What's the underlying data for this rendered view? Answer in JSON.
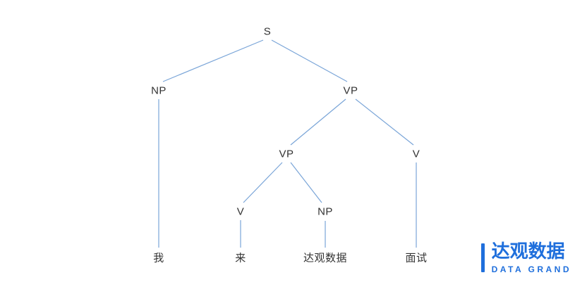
{
  "tree": {
    "description": "constituency-parse-tree",
    "nodes": {
      "s": "S",
      "np1": "NP",
      "vp1": "VP",
      "vp2": "VP",
      "v_right": "V",
      "v_inner": "V",
      "np2": "NP",
      "leaf_wo": "我",
      "leaf_lai": "来",
      "leaf_daguan": "达观数据",
      "leaf_mianshi": "面试"
    },
    "edge_color": "#7aa5d8",
    "text_color": "#333333"
  },
  "logo": {
    "name": "达观数据",
    "subtitle": "DATA GRAND",
    "color": "#1f6fdc"
  }
}
